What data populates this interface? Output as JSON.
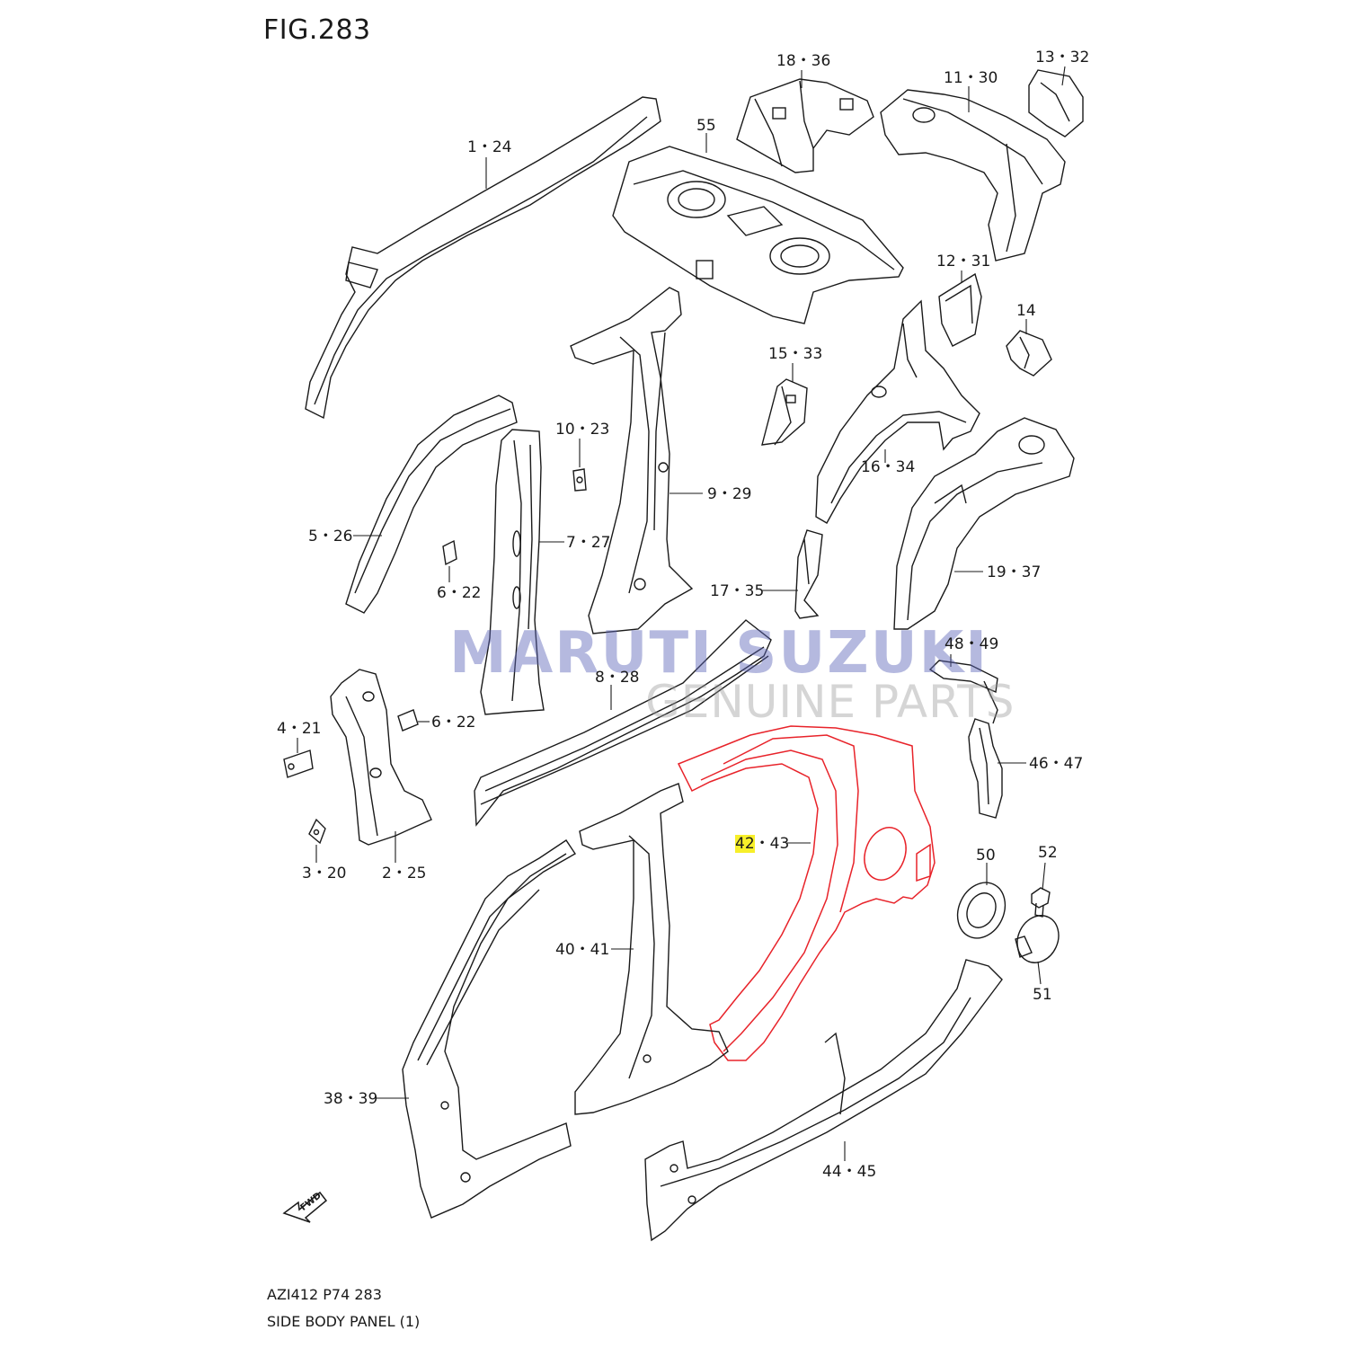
{
  "figure": {
    "title": "FIG.283",
    "code": "AZI412 P74 283",
    "name": "SIDE BODY PANEL (1)"
  },
  "watermark": {
    "brand": "MARUTI SUZUKI",
    "subtitle": "GENUINE PARTS"
  },
  "highlight": {
    "part": "42",
    "outline_color": "#e8232a",
    "marker_color": "#f7ef2a"
  },
  "callouts": {
    "c1_24": "1・24",
    "c18_36": "18・36",
    "c55": "55",
    "c11_30": "11・30",
    "c13_32": "13・32",
    "c12_31": "12・31",
    "c14": "14",
    "c15_33": "15・33",
    "c10_23": "10・23",
    "c9_29": "9・29",
    "c16_34": "16・34",
    "c5_26": "5・26",
    "c7_27": "7・27",
    "c6_22a": "6・22",
    "c17_35": "17・35",
    "c19_37": "19・37",
    "c48_49": "48・49",
    "c8_28": "8・28",
    "c4_21": "4・21",
    "c6_22b": "6・22",
    "c46_47": "46・47",
    "c42": "42",
    "c42_rest": "・43",
    "c3_20": "3・20",
    "c2_25": "2・25",
    "c50": "50",
    "c52": "52",
    "c40_41": "40・41",
    "c51": "51",
    "c38_39": "38・39",
    "c44_45": "44・45"
  },
  "direction_marker": "FWD"
}
